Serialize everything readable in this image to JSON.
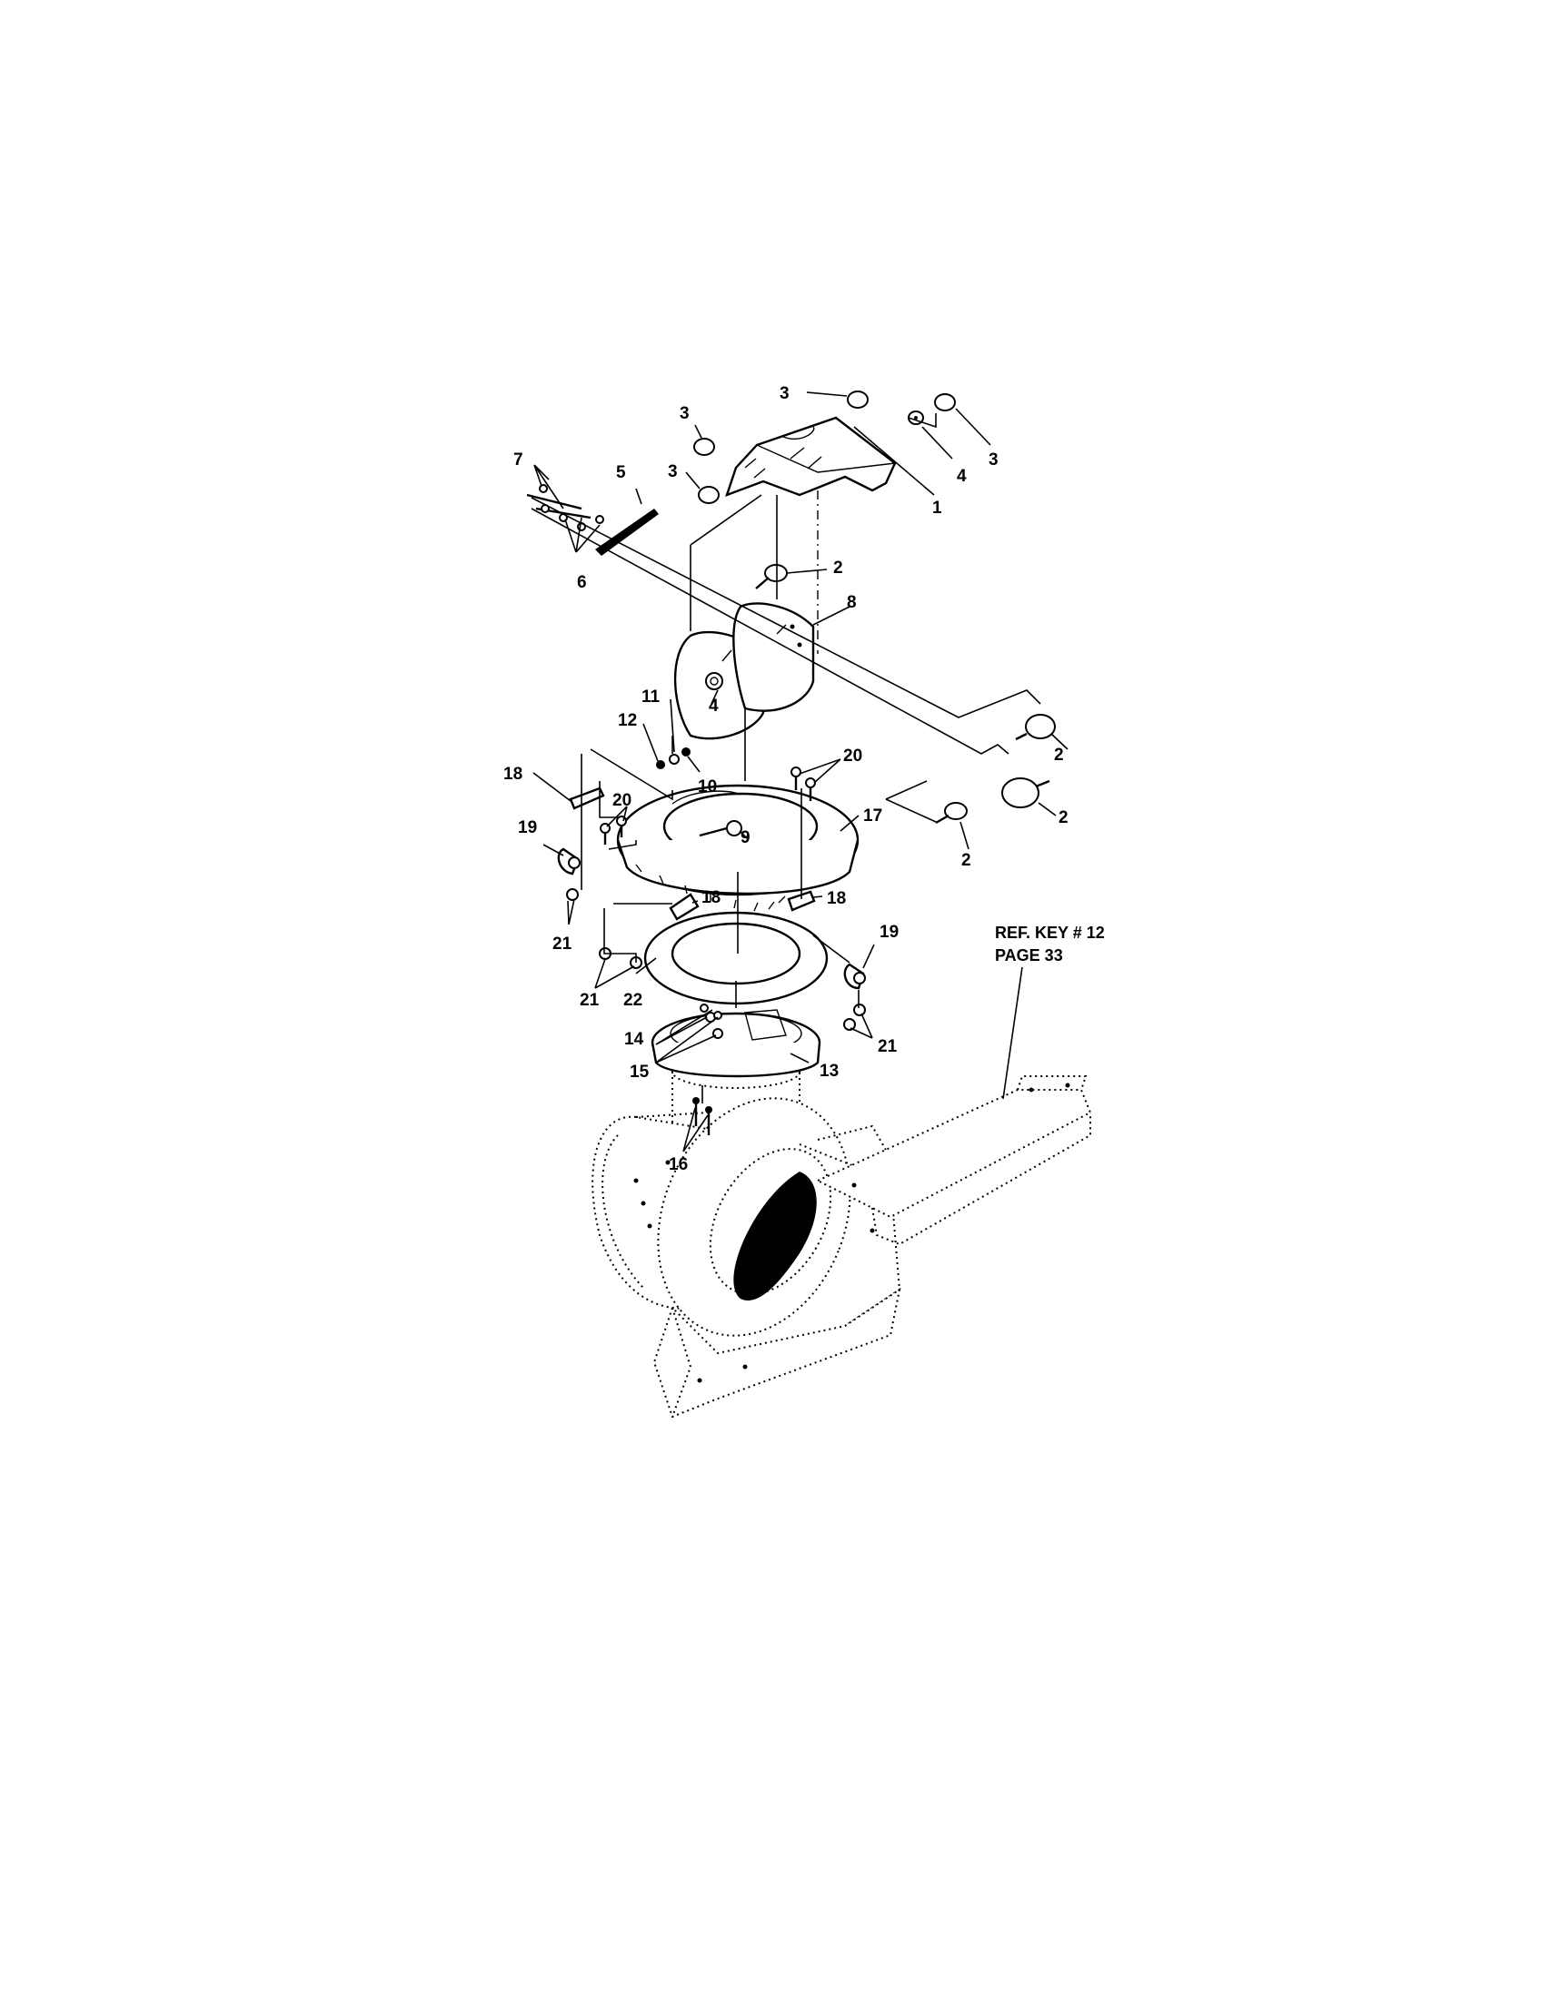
{
  "labels": {
    "l1": "1",
    "l2a": "2",
    "l2b": "2",
    "l2c": "2",
    "l2d": "2",
    "l3a": "3",
    "l3b": "3",
    "l3c": "3",
    "l3d": "3",
    "l4a": "4",
    "l4b": "4",
    "l5": "5",
    "l6": "6",
    "l7": "7",
    "l8": "8",
    "l9": "9",
    "l10": "10",
    "l11": "11",
    "l12": "12",
    "l13": "13",
    "l14": "14",
    "l15": "15",
    "l16": "16",
    "l17": "17",
    "l18a": "18",
    "l18b": "18",
    "l18c": "18",
    "l19a": "19",
    "l19b": "19",
    "l20a": "20",
    "l20b": "20",
    "l21a": "21",
    "l21b": "21",
    "l21c": "21",
    "l22": "22"
  },
  "reference": {
    "line1": "REF. KEY # 12",
    "line2": "PAGE 33"
  }
}
